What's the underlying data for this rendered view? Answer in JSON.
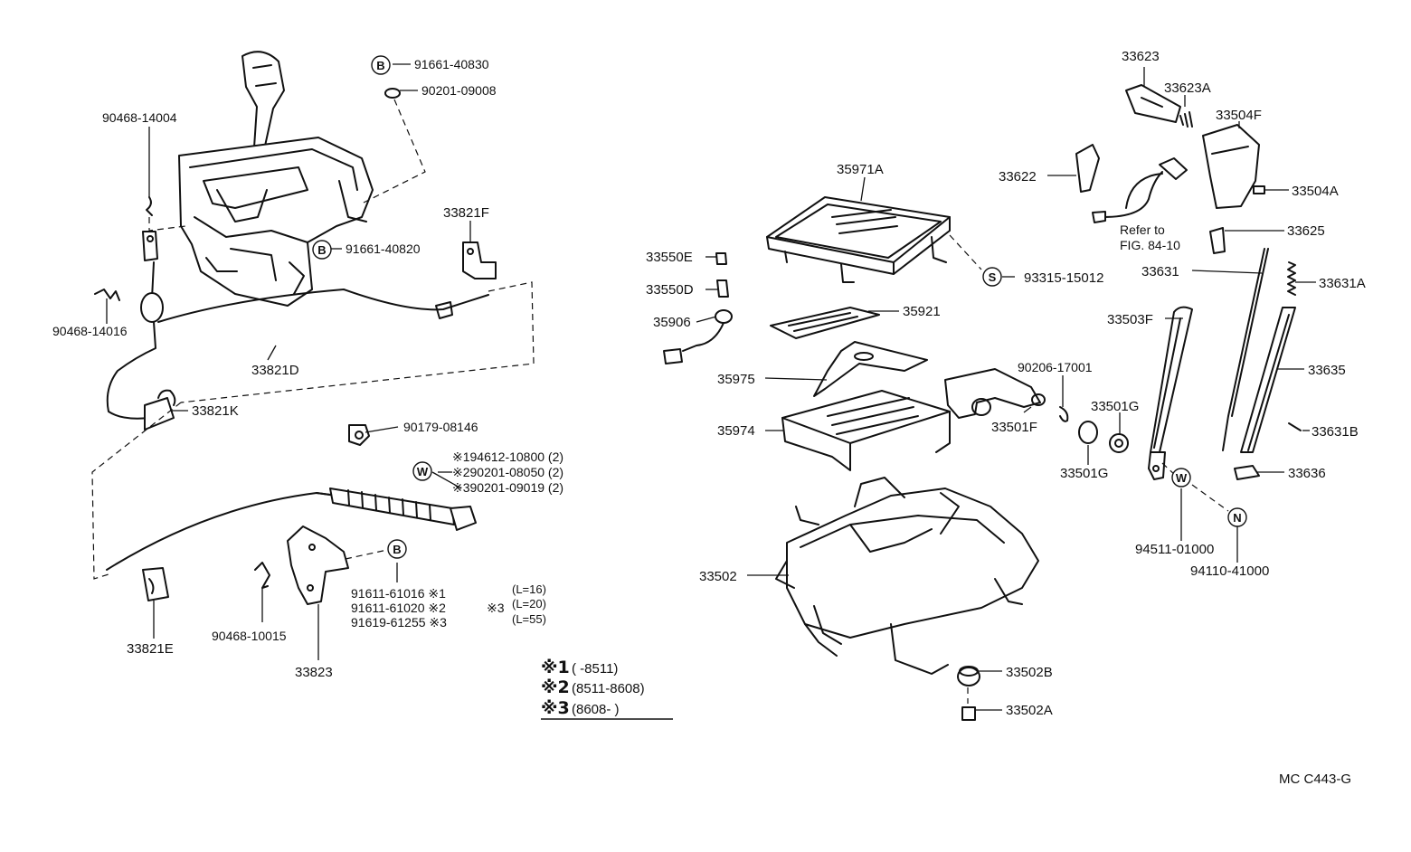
{
  "diagram_code": "MC C443-G",
  "parts": {
    "p33623": "33623",
    "p33623A": "33623A",
    "p33504F": "33504F",
    "p33622": "33622",
    "p33504A": "33504A",
    "p33625": "33625",
    "p33631": "33631",
    "p33631A": "33631A",
    "p33503F": "33503F",
    "p33635": "33635",
    "p33631B": "33631B",
    "p33636": "33636",
    "p94511_01000": "94511-01000",
    "p94110_41000": "94110-41000",
    "p35971A": "35971A",
    "p93315_15012": "93315-15012",
    "p33550E": "33550E",
    "p33550D": "33550D",
    "p35906": "35906",
    "p35921": "35921",
    "p35975": "35975",
    "p35974": "35974",
    "p90206_17001": "90206-17001",
    "p33501G_a": "33501G",
    "p33501G_b": "33501G",
    "p33501F": "33501F",
    "p33502": "33502",
    "p33502B": "33502B",
    "p33502A": "33502A",
    "p91661_40830": "91661-40830",
    "p90201_09008": "90201-09008",
    "p90468_14004": "90468-14004",
    "p33821F": "33821F",
    "p91661_40820": "91661-40820",
    "p90468_14016": "90468-14016",
    "p33821D": "33821D",
    "p33821K": "33821K",
    "p90179_08146": "90179-08146",
    "p94612_10800": "※194612-10800 (2)",
    "p90201_08050": "※290201-08050 (2)",
    "p90201_09019": "※390201-09019 (2)",
    "p91611_61016": "91611-61016 ※1",
    "p91611_61020": "91611-61020 ※2",
    "p91619_61255": "91619-61255 ※3",
    "p_mark3": "※3",
    "p_L18": "(L=16)",
    "p_L20": "(L=20)",
    "p_L55": "(L=55)",
    "p33821E": "33821E",
    "p90468_10015": "90468-10015",
    "p33823": "33823"
  },
  "reference": {
    "line1": "Refer to",
    "line2": "FIG. 84-10"
  },
  "symbols": {
    "B": "B",
    "S": "S",
    "W": "W",
    "N": "N"
  },
  "legend": [
    {
      "mark": "※1",
      "range": "(       -8511)"
    },
    {
      "mark": "※2",
      "range": "(8511-8608)"
    },
    {
      "mark": "※3",
      "range": "(8608-        )"
    }
  ]
}
